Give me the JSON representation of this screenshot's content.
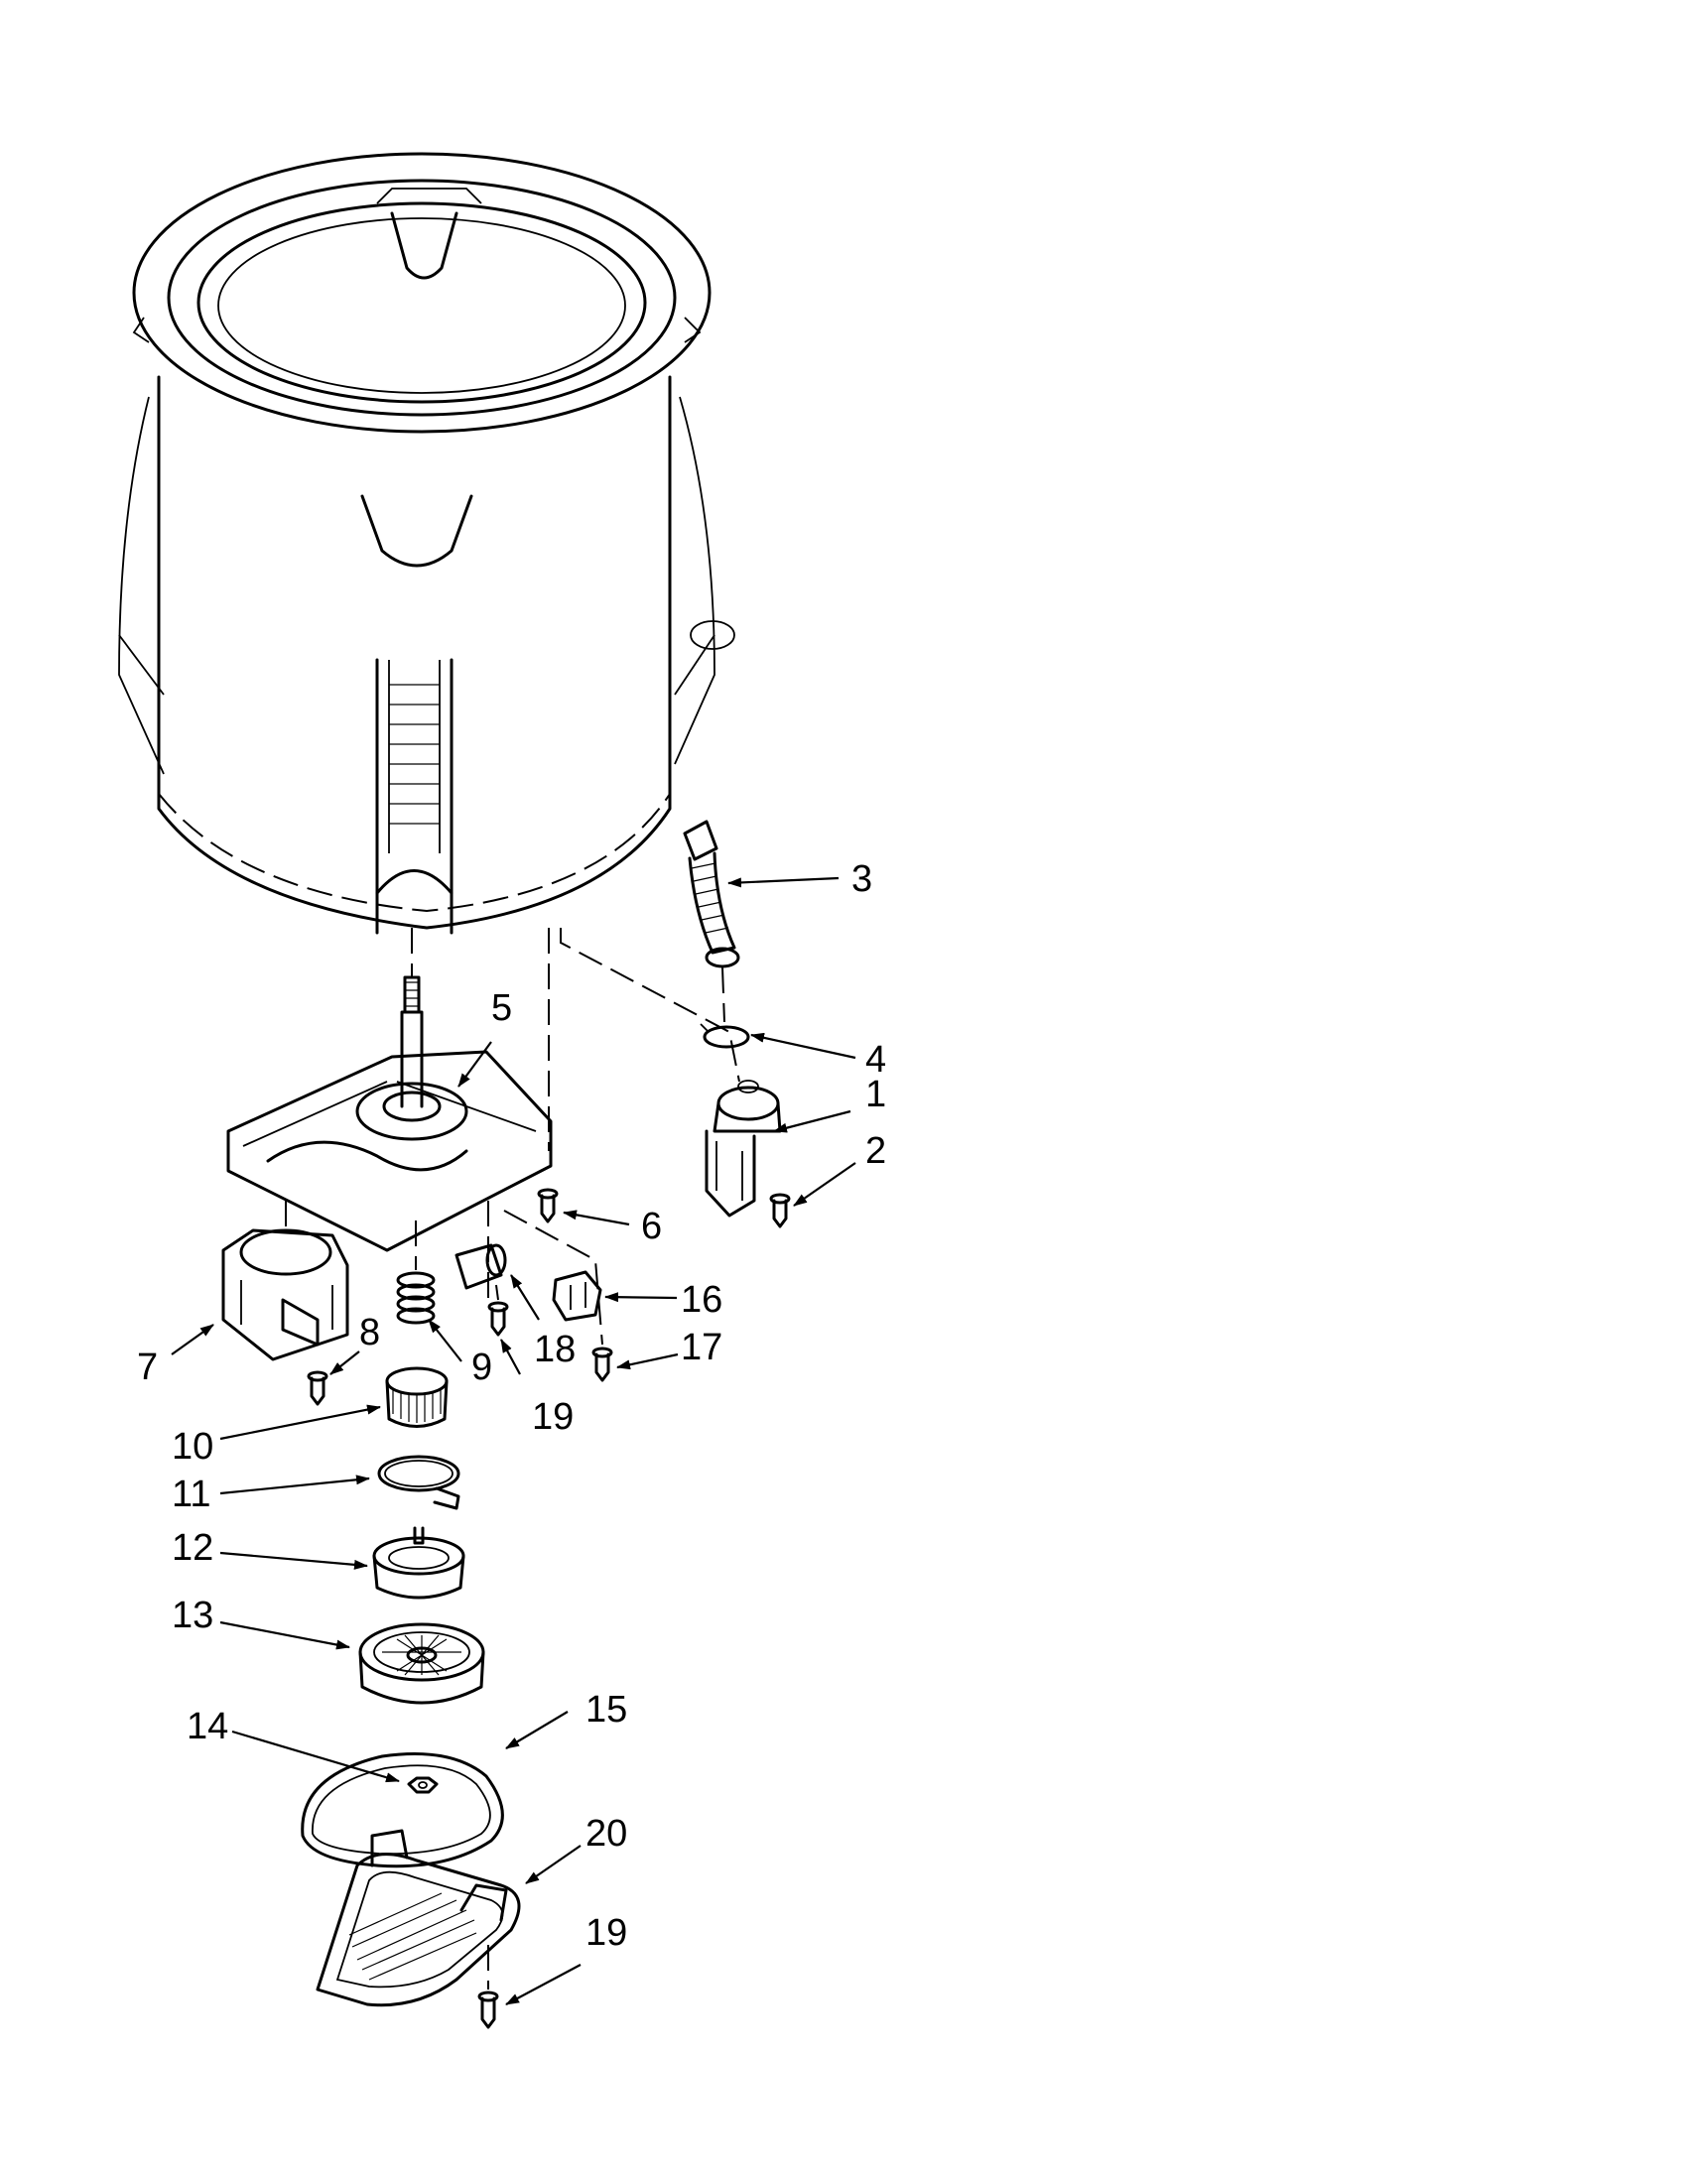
{
  "callouts": [
    {
      "id": "c3",
      "label": "3"
    },
    {
      "id": "c4",
      "label": "4"
    },
    {
      "id": "c1",
      "label": "1"
    },
    {
      "id": "c2",
      "label": "2"
    },
    {
      "id": "c5",
      "label": "5"
    },
    {
      "id": "c6",
      "label": "6"
    },
    {
      "id": "c16",
      "label": "16"
    },
    {
      "id": "c17",
      "label": "17"
    },
    {
      "id": "c18",
      "label": "18"
    },
    {
      "id": "c19a",
      "label": "19"
    },
    {
      "id": "c7",
      "label": "7"
    },
    {
      "id": "c8",
      "label": "8"
    },
    {
      "id": "c9",
      "label": "9"
    },
    {
      "id": "c10",
      "label": "10"
    },
    {
      "id": "c11",
      "label": "11"
    },
    {
      "id": "c12",
      "label": "12"
    },
    {
      "id": "c13",
      "label": "13"
    },
    {
      "id": "c14",
      "label": "14"
    },
    {
      "id": "c15",
      "label": "15"
    },
    {
      "id": "c20",
      "label": "20"
    },
    {
      "id": "c19b",
      "label": "19"
    }
  ]
}
